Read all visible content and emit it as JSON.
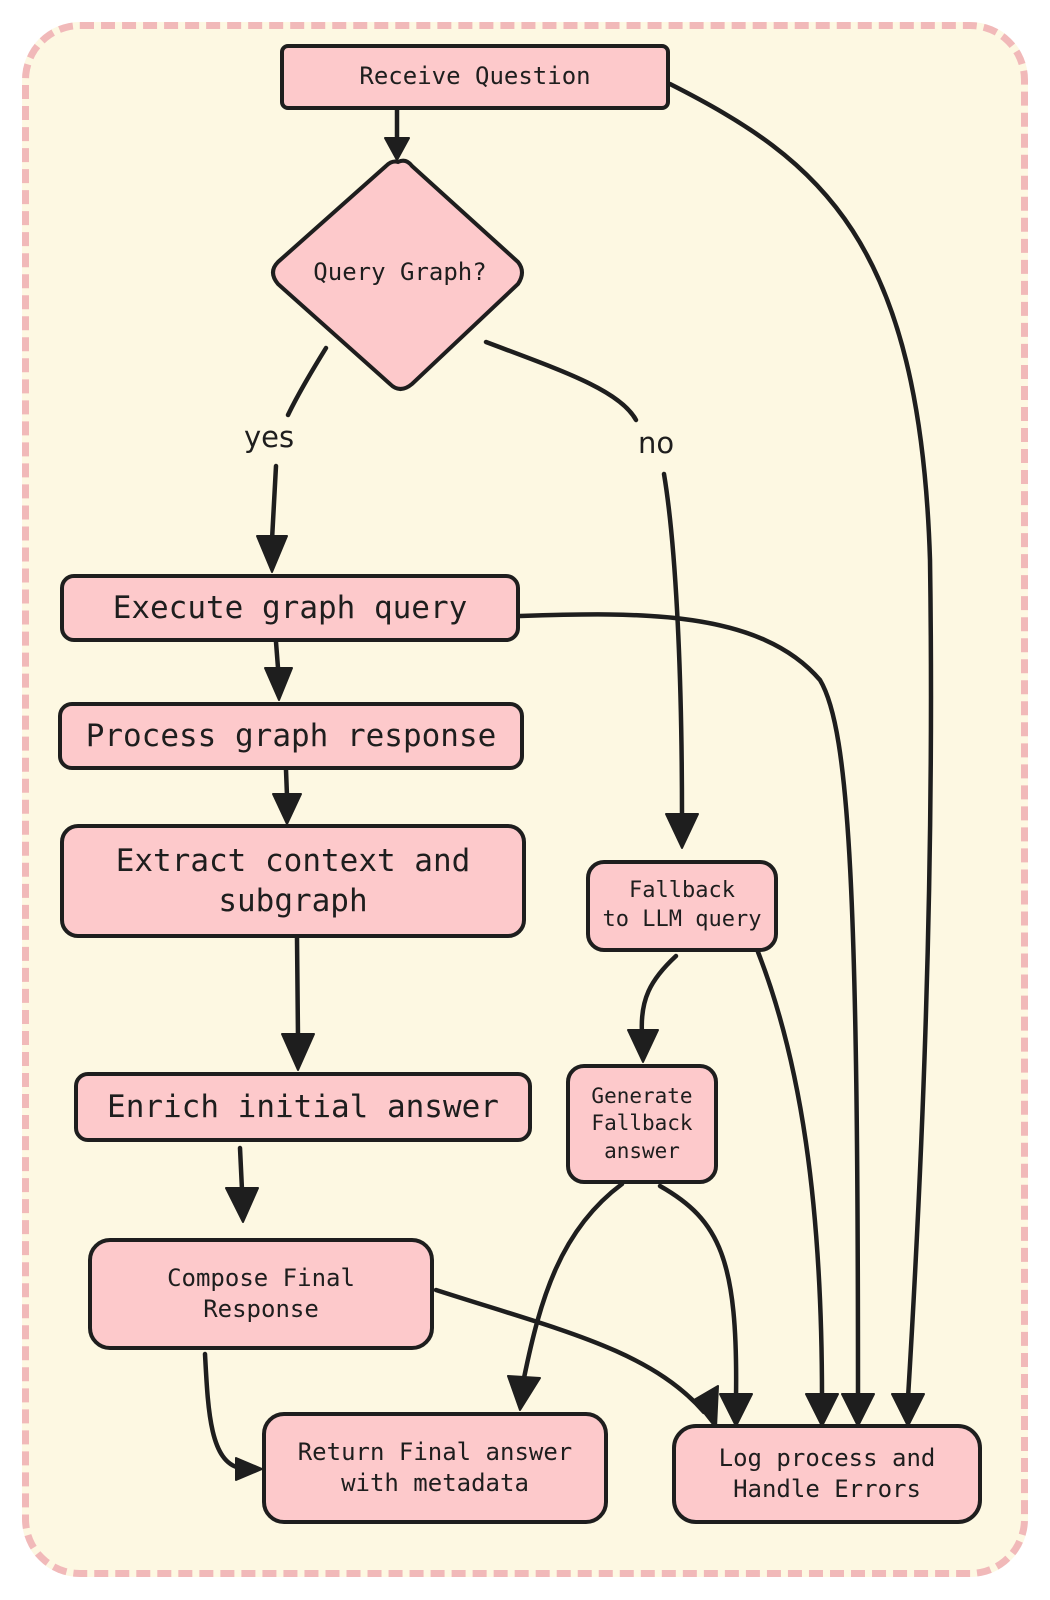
{
  "diagram": {
    "colors": {
      "background": "#fdf8e2",
      "frame_dash": "#f1b9b9",
      "node_fill": "#fdc9cb",
      "stroke": "#1e1e1e"
    },
    "nodes": {
      "receive_question": "Receive Question",
      "query_graph": "Query Graph?",
      "execute_graph_query": "Execute graph query",
      "process_graph_response": "Process graph response",
      "extract_context": "Extract context and\nsubgraph",
      "enrich_initial_answer": "Enrich initial answer",
      "compose_final_response": "Compose Final\nResponse",
      "return_final_answer": "Return Final answer\nwith metadata",
      "fallback_llm_query": "Fallback\nto LLM query",
      "generate_fallback_answer": "Generate\nFallback\nanswer",
      "log_process": "Log process and\nHandle Errors"
    },
    "edge_labels": {
      "yes": "yes",
      "no": "no"
    },
    "edges": [
      {
        "from": "receive_question",
        "to": "query_graph"
      },
      {
        "from": "receive_question",
        "to": "log_process"
      },
      {
        "from": "query_graph",
        "to": "execute_graph_query",
        "label": "yes"
      },
      {
        "from": "query_graph",
        "to": "fallback_llm_query",
        "label": "no"
      },
      {
        "from": "execute_graph_query",
        "to": "process_graph_response"
      },
      {
        "from": "execute_graph_query",
        "to": "log_process"
      },
      {
        "from": "process_graph_response",
        "to": "extract_context"
      },
      {
        "from": "extract_context",
        "to": "enrich_initial_answer"
      },
      {
        "from": "enrich_initial_answer",
        "to": "compose_final_response"
      },
      {
        "from": "compose_final_response",
        "to": "return_final_answer"
      },
      {
        "from": "compose_final_response",
        "to": "log_process"
      },
      {
        "from": "fallback_llm_query",
        "to": "generate_fallback_answer"
      },
      {
        "from": "fallback_llm_query",
        "to": "log_process"
      },
      {
        "from": "generate_fallback_answer",
        "to": "return_final_answer"
      },
      {
        "from": "generate_fallback_answer",
        "to": "log_process"
      }
    ]
  }
}
